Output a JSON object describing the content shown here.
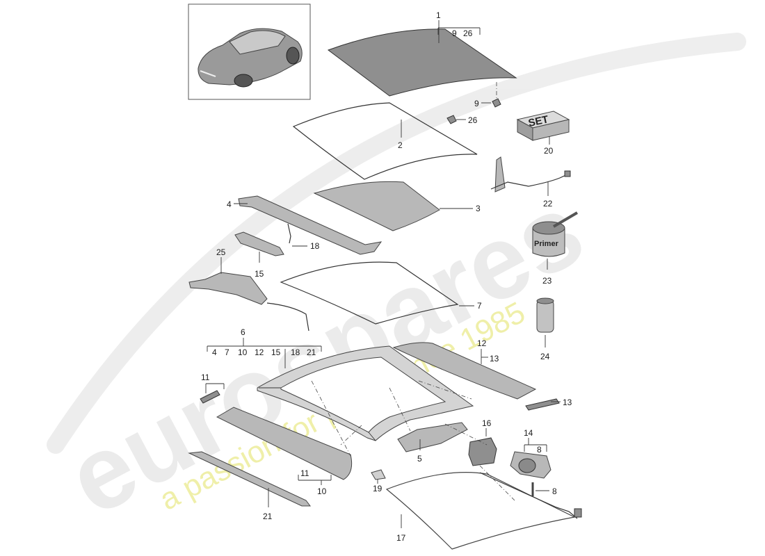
{
  "watermark": {
    "brand": "eurospares",
    "tagline": "a passion for parts since 1985"
  },
  "set_box_text": "SET",
  "primer_text": "Primer",
  "callouts": {
    "p1": "1",
    "p1_sub_9": "9",
    "p1_sub_26": "26",
    "p2": "2",
    "p3": "3",
    "p4": "4",
    "p5": "5",
    "p6": "6",
    "p6_sub_4": "4",
    "p6_sub_7": "7",
    "p6_sub_10": "10",
    "p6_sub_12": "12",
    "p6_sub_15": "15",
    "p6_sub_18": "18",
    "p6_sub_21": "21",
    "p7": "7",
    "p8": "8",
    "p9": "9",
    "p10": "10",
    "p10_sub_11": "11",
    "p11": "11",
    "p12": "12",
    "p12_sub_13": "13",
    "p13": "13",
    "p14": "14",
    "p14_sub_8": "8",
    "p15": "15",
    "p16": "16",
    "p17": "17",
    "p18": "18",
    "p19": "19",
    "p20": "20",
    "p21": "21",
    "p22": "22",
    "p23": "23",
    "p24": "24",
    "p25": "25",
    "p26": "26"
  },
  "colors": {
    "watermark": "#e6e6e6",
    "watermark_tagline": "#ecec9a",
    "part_fill": "#b8b8b8",
    "line": "#333333"
  }
}
